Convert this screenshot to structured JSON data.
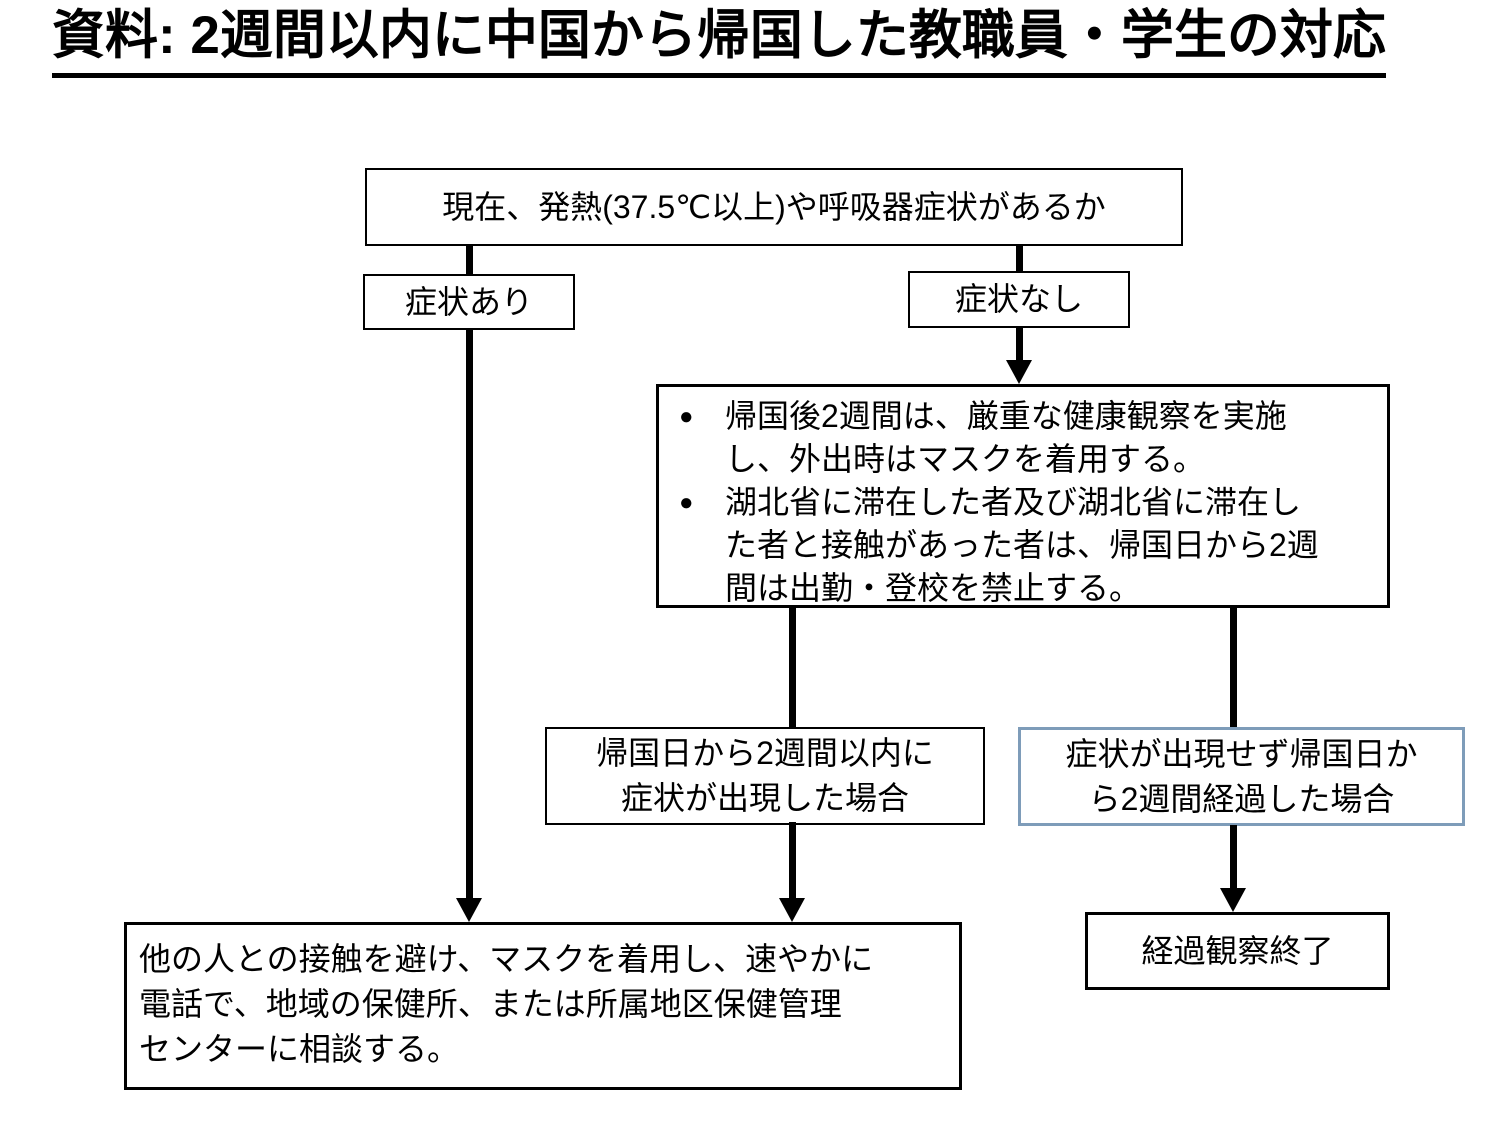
{
  "title": "資料: 2週間以内に中国から帰国した教職員・学生の対応",
  "flowchart": {
    "question": {
      "text": "現在、発熱(37.5℃以上)や呼吸器症状があるか"
    },
    "branch_symptoms": {
      "label": "症状あり"
    },
    "branch_no_symptoms": {
      "label": "症状なし"
    },
    "observation": {
      "bullet_marker": "●",
      "bullets": [
        {
          "text": "帰国後2週間は、厳重な健康観察を実施し、外出時はマスクを着用する。",
          "lines": [
            "帰国後2週間は、厳重な健康観察を実施",
            "し、外出時はマスクを着用する。"
          ]
        },
        {
          "text": "湖北省に滞在した者及び湖北省に滞在した者と接触があった者は、帰国日から2週間は出勤・登校を禁止する。",
          "lines": [
            "湖北省に滞在した者及び湖北省に滞在し",
            "た者と接触があった者は、帰国日から2週",
            "間は出勤・登校を禁止する。"
          ]
        }
      ]
    },
    "case_symptoms_within": {
      "text": "帰国日から2週間以内に症状が出現した場合",
      "lines": [
        "帰国日から2週間以内に",
        "症状が出現した場合"
      ]
    },
    "case_no_symptoms": {
      "text": "症状が出現せず帰国日から2週間経過した場合",
      "lines": [
        "症状が出現せず帰国日か",
        "ら2週間経過した場合"
      ]
    },
    "action_consult": {
      "text": "他の人との接触を避け、マスクを着用し、速やかに電話で、地域の保健所、または所属地区保健管理センターに相談する。",
      "lines": [
        "他の人との接触を避け、マスクを着用し、速やかに",
        "電話で、地域の保健所、または所属地区保健管理",
        "センターに相談する。"
      ]
    },
    "end_observation": {
      "text": "経過観察終了"
    }
  },
  "colors": {
    "background": "#ffffff",
    "text": "#000000",
    "line": "#000000",
    "box_border": "#000000",
    "highlight_box_border": "#7e9cb9"
  }
}
